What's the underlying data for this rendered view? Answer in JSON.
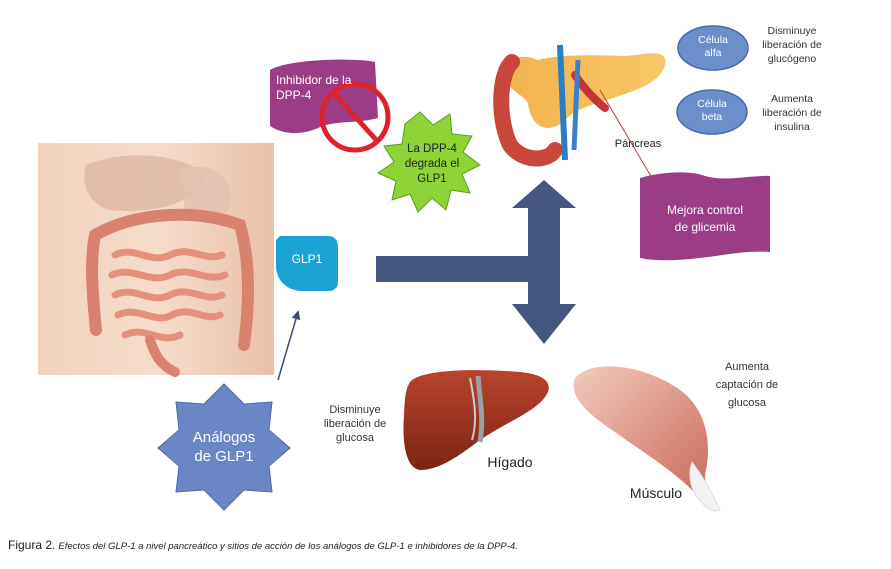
{
  "labels": {
    "inhibitor_line1": "Inhibidor de la",
    "inhibitor_line2": "DPP-4",
    "degrades_line1": "La DPP-4",
    "degrades_line2": "degrada el",
    "degrades_line3": "GLP1",
    "glp1": "GLP1",
    "analogs_line1": "Análogos",
    "analogs_line2": "de GLP1",
    "pancreas": "Páncreas",
    "alpha_cell_line1": "Célula",
    "alpha_cell_line2": "alfa",
    "beta_cell_line1": "Célula",
    "beta_cell_line2": "beta",
    "alpha_effect_line1": "Disminuye",
    "alpha_effect_line2": "liberación de",
    "alpha_effect_line3": "glucógeno",
    "beta_effect_line1": "Aumenta",
    "beta_effect_line2": "liberación de",
    "beta_effect_line3": "insulina",
    "glycemia_line1": "Mejora control",
    "glycemia_line2": "de glicemia",
    "liver": "Hígado",
    "liver_effect_line1": "Disminuye",
    "liver_effect_line2": "liberación de",
    "liver_effect_line3": "glucosa",
    "muscle": "Músculo",
    "muscle_effect_line1": "Aumenta",
    "muscle_effect_line2": "captación de",
    "muscle_effect_line3": "glucosa"
  },
  "caption": {
    "figure": "Figura 2.",
    "text": "Efectos del GLP-1 a nivel pancreático y sitios de acción de los análogos de GLP-1 e inhibidores de la DPP-4."
  },
  "colors": {
    "purple": "#9b3d86",
    "star_green": "#8ed436",
    "analog_blue": "#6a86c4",
    "glp1_cyan": "#1aa3d4",
    "cell_blue": "#6c8fcc",
    "arrow_navy": "#46577f",
    "red": "#e0202a"
  }
}
